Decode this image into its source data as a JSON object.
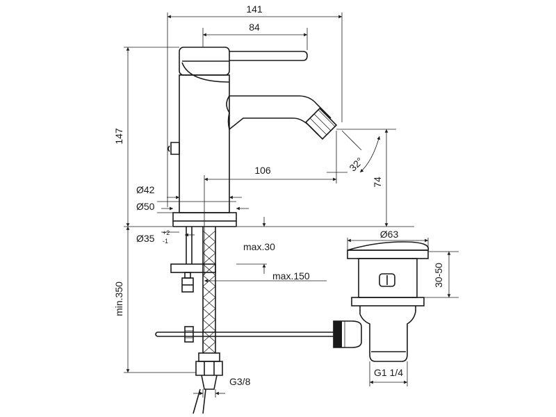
{
  "dimensions": {
    "overall_width": "141",
    "lever_width": "84",
    "height": "147",
    "spout_reach": "106",
    "spray_angle": "32°",
    "spray_height": "74",
    "body_dia_42": "Ø42",
    "base_dia_50": "Ø50",
    "hole_dia": "Ø35",
    "hole_tol_plus": "+2",
    "hole_tol_minus": "-1",
    "max_deck": "max.30",
    "max_rod": "max.150",
    "min_hose": "min.350",
    "waste_dia": "Ø63",
    "waste_height": "30-50",
    "waste_thread": "G1 1/4",
    "hose_thread": "G3/8"
  },
  "colors": {
    "line": "#1a1a1a",
    "background": "#ffffff"
  }
}
